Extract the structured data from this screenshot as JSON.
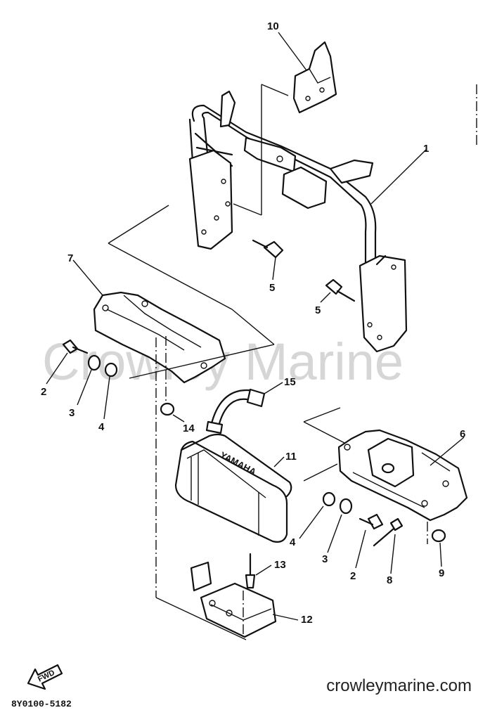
{
  "watermark": "Crowley Marine",
  "site_label": "crowleymarine.com",
  "diagram_code": "8Y0100-5182",
  "fwd_label": "FWD",
  "brand_text": "YAMAHA",
  "callouts": {
    "p1": "1",
    "p2a": "2",
    "p2b": "2",
    "p3a": "3",
    "p3b": "3",
    "p4a": "4",
    "p4b": "4",
    "p5a": "5",
    "p5b": "5",
    "p6": "6",
    "p7": "7",
    "p8": "8",
    "p9": "9",
    "p10": "10",
    "p11": "11",
    "p12": "12",
    "p13": "13",
    "p14": "14",
    "p15": "15"
  }
}
